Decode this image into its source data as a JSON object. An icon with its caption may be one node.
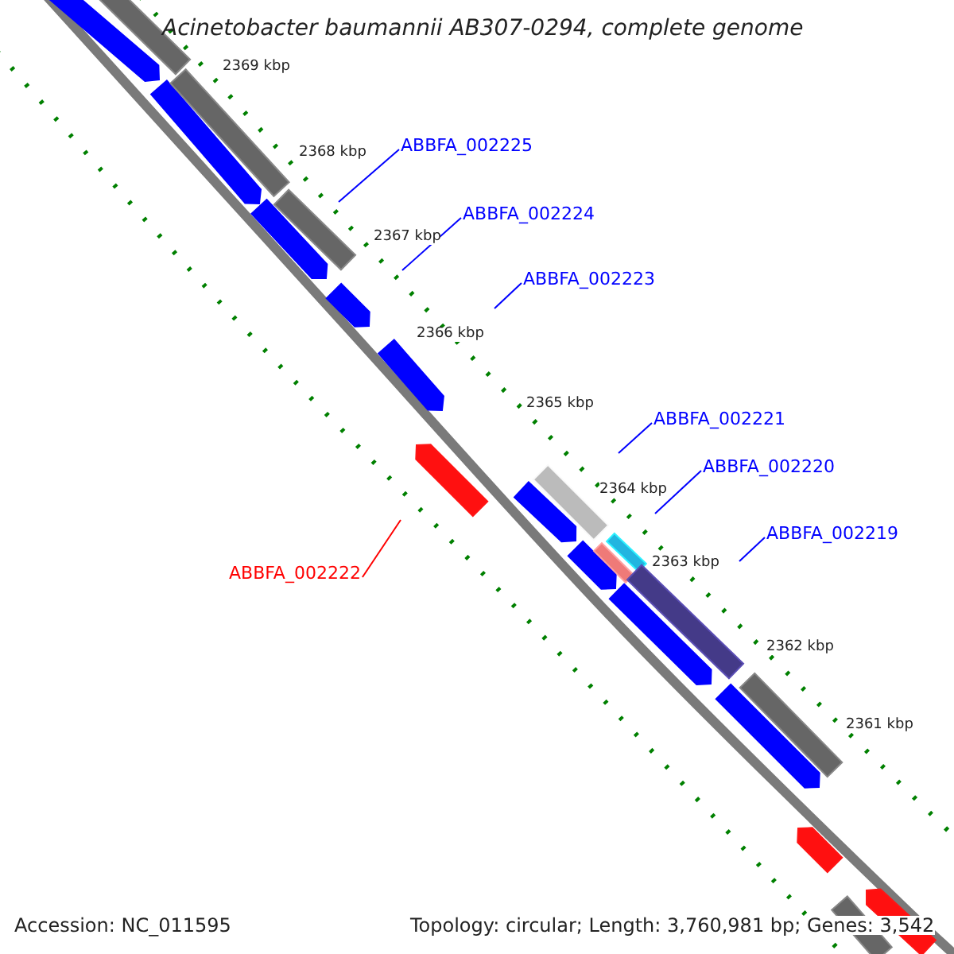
{
  "diagram": {
    "title": "Acinetobacter baumannii AB307-0294, complete genome",
    "nodes": [
      {
        "text": [
          "ABBFA_002225"
        ]
      },
      {
        "text": [
          "ABBFA_002224"
        ]
      },
      {
        "text": [
          "ABBFA_002223"
        ]
      },
      {
        "text": [
          "ABBFA_002221"
        ]
      },
      {
        "text": [
          "ABBFA_002220"
        ]
      },
      {
        "text": [
          "ABBFA_002219"
        ]
      },
      {
        "text": [
          "ABBFA_002222"
        ]
      }
    ],
    "edges": [
      {
        "from": 0,
        "to": null,
        "arrow": "none"
      },
      {
        "from": 1,
        "to": null,
        "arrow": "none"
      },
      {
        "from": 2,
        "to": null,
        "arrow": "none"
      },
      {
        "from": 3,
        "to": null,
        "arrow": "none"
      },
      {
        "from": 4,
        "to": null,
        "arrow": "none"
      },
      {
        "from": 5,
        "to": null,
        "arrow": "none"
      },
      {
        "from": 6,
        "to": null,
        "arrow": "none",
        "color": "#ff0000"
      }
    ],
    "labels": [
      "2369 kbp",
      "2368 kbp",
      "2367 kbp",
      "2366 kbp",
      "2365 kbp",
      "2364 kbp",
      "2363 kbp",
      "2362 kbp",
      "2361 kbp",
      "Accession: NC_011595",
      "Topology: circular; Length: 3,760,981 bp; Genes: 3,542"
    ]
  }
}
